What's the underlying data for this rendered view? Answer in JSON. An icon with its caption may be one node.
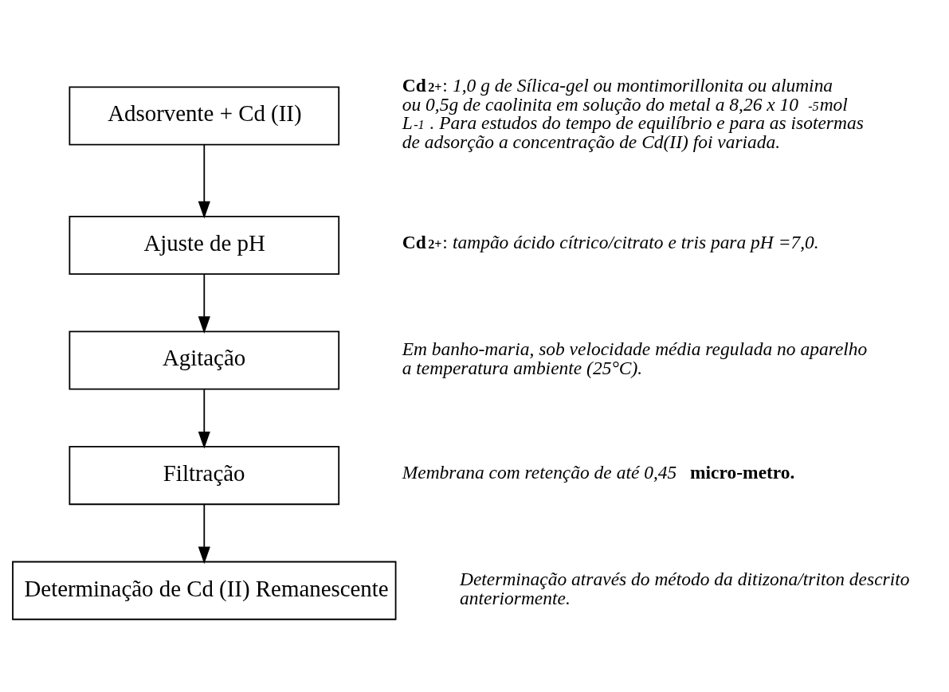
{
  "diagram": {
    "nodes": [
      {
        "text": [
          "Adsorvente + Cd (II)"
        ],
        "beside": [
          "**Cd$^{2+}$**: *1,0 g de Sílica-gel ou montimorillonita ou alumina ou 0,5g de caolinita em solução do metal a 8,26 x 10$^{-5}$mol L$^{-1}$ . Para estudos do tempo de equilíbrio e para as isotermas de adsorção a concentração de Cd(II) foi variada.*"
        ]
      },
      {
        "text": [
          "Ajuste de pH"
        ],
        "beside": [
          "**Cd$^{2+}$**: *tampão ácido cítrico/citrato e tris para pH =7,0.*"
        ]
      },
      {
        "text": [
          "Agitação"
        ],
        "beside": [
          "*Em banho-maria, sob velocidade média regulada no aparelho a temperatura ambiente (25°C).*"
        ]
      },
      {
        "text": [
          "Filtração"
        ],
        "beside": [
          "*Membrana com retenção de até 0,45* **micro-metro.**"
        ]
      },
      {
        "text": [
          "Determinação de Cd (II) Remanescente"
        ],
        "beside": [
          "*Determinação através do método da ditizona/triton descrito anteriormente.*"
        ]
      }
    ],
    "edges": [
      {
        "from": 0,
        "to": 1,
        "arrow": "to"
      },
      {
        "from": 1,
        "to": 2,
        "arrow": "to"
      },
      {
        "from": 2,
        "to": 3,
        "arrow": "to"
      },
      {
        "from": 3,
        "to": 4,
        "arrow": "to"
      }
    ]
  }
}
